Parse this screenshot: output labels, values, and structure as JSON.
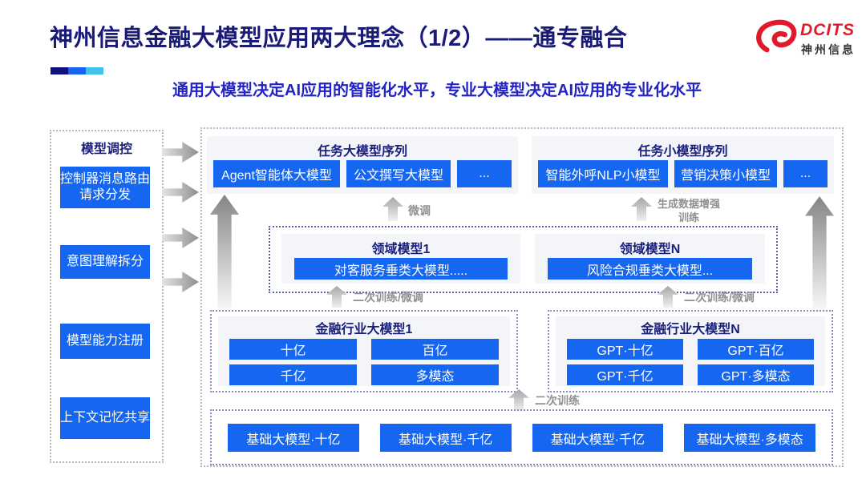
{
  "header": {
    "title": "神州信息金融大模型应用两大理念（1/2）——通专融合",
    "subtitle": "通用大模型决定AI应用的智能化水平，专业大模型决定AI应用的专业化水平",
    "logo": {
      "brand": "DCITS",
      "brand_cn": "神州信息"
    }
  },
  "colors": {
    "box_blue": "#1566F0",
    "navy_text": "#1A1F7E",
    "subtitle_blue": "#2324C4",
    "logo_red": "#E01A2B",
    "arrow_gray": "#8E9094"
  },
  "sidebar": {
    "title": "模型调控",
    "items": [
      {
        "label": "控制器消息路由请求分发"
      },
      {
        "label": "意图理解拆分"
      },
      {
        "label": "模型能力注册"
      },
      {
        "label": "上下文记忆共享"
      }
    ]
  },
  "diagram": {
    "task_large": {
      "title": "任务大模型序列",
      "boxes": [
        "Agent智能体大模型",
        "公文撰写大模型",
        "..."
      ]
    },
    "task_small": {
      "title": "任务小模型序列",
      "boxes": [
        "智能外呼NLP小模型",
        "营销决策小模型",
        "..."
      ]
    },
    "domain": {
      "panels": [
        {
          "title": "领域模型1",
          "box": "对客服务垂类大模型....."
        },
        {
          "title": "领域模型N",
          "box": "风险合规垂类大模型..."
        }
      ]
    },
    "industry": [
      {
        "title": "金融行业大模型1",
        "boxes": [
          "十亿",
          "百亿",
          "千亿",
          "多模态"
        ]
      },
      {
        "title": "金融行业大模型N",
        "boxes": [
          "GPT·十亿",
          "GPT·百亿",
          "GPT·千亿",
          "GPT·多模态"
        ]
      }
    ],
    "base": {
      "boxes": [
        "基础大模型·十亿",
        "基础大模型·千亿",
        "基础大模型·千亿",
        "基础大模型·多模态"
      ]
    },
    "arrow_labels": {
      "fine_tune": "微调",
      "gen_augment": "生成数据增强训练",
      "retrain_ft": "二次训练/微调",
      "retrain": "二次训练"
    }
  }
}
